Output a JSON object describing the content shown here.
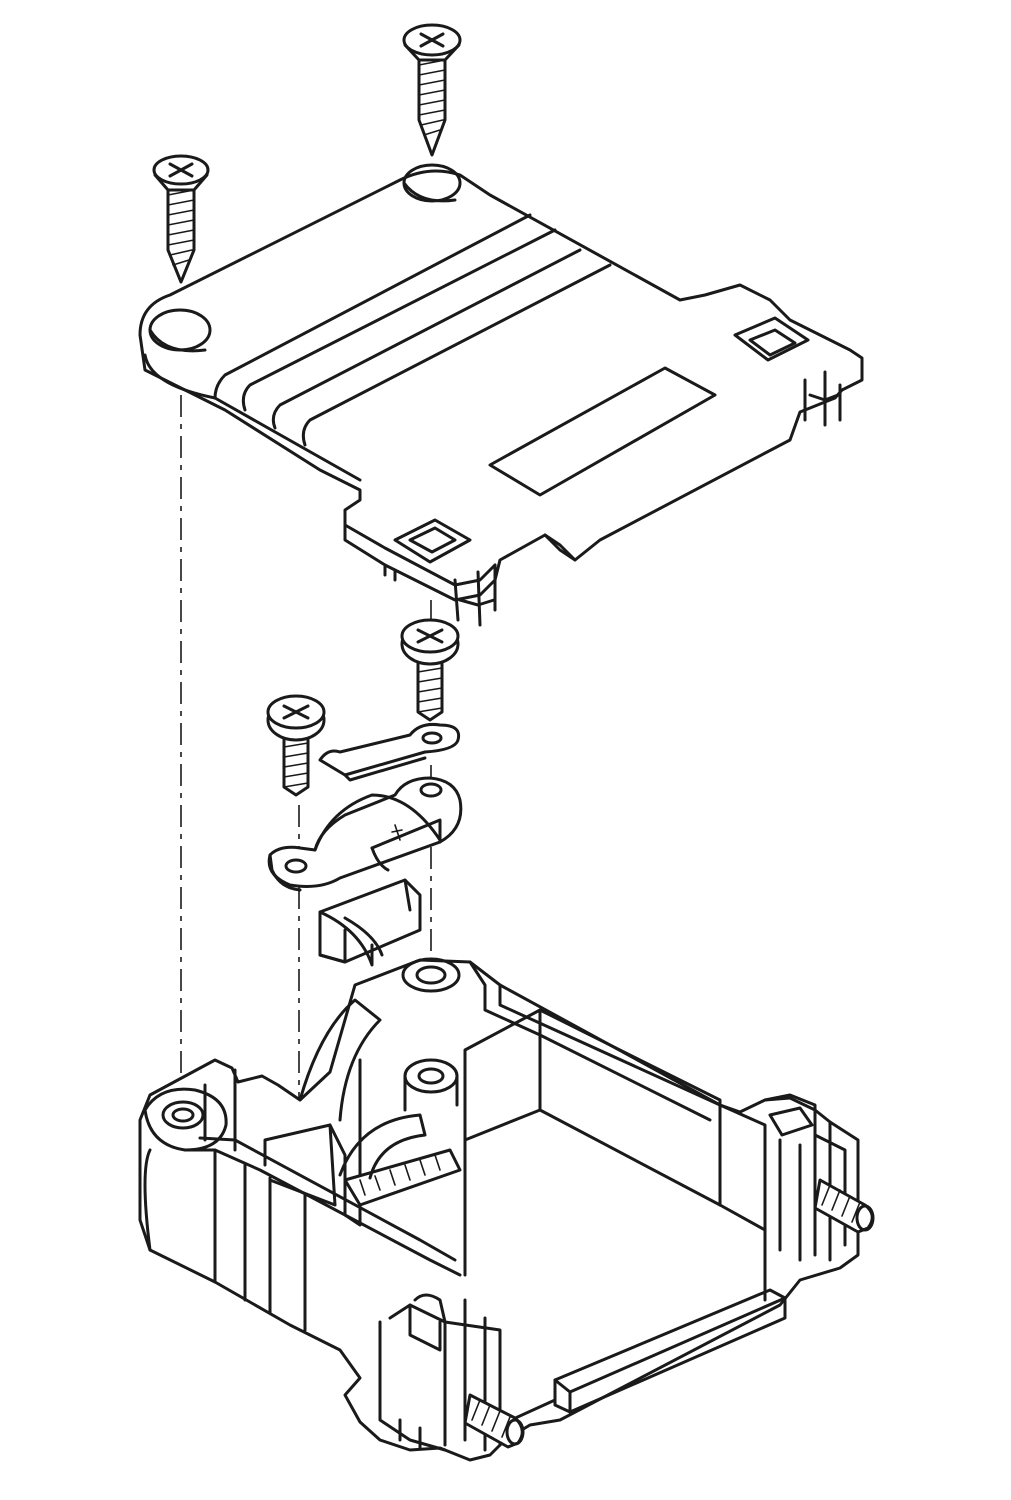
{
  "diagram": {
    "kind": "exploded-assembly",
    "colors": {
      "line": "#1a1a1a",
      "background": "#ffffff"
    },
    "parts": [
      {
        "id": "top-cover",
        "name": "top-cover-plate"
      },
      {
        "id": "screw-long-left",
        "name": "countersunk-screw"
      },
      {
        "id": "screw-long-right",
        "name": "countersunk-screw"
      },
      {
        "id": "screw-pan-right",
        "name": "pan-head-screw"
      },
      {
        "id": "screw-pan-left",
        "name": "pan-head-screw"
      },
      {
        "id": "strain-strap",
        "name": "strain-relief-strap"
      },
      {
        "id": "cable-clamp",
        "name": "cable-clamp"
      },
      {
        "id": "clamp-saddle",
        "name": "clamp-saddle"
      },
      {
        "id": "bottom-housing",
        "name": "bottom-housing"
      },
      {
        "id": "jack-screw-right",
        "name": "jack-screw"
      },
      {
        "id": "jack-screw-front",
        "name": "jack-screw"
      }
    ]
  }
}
